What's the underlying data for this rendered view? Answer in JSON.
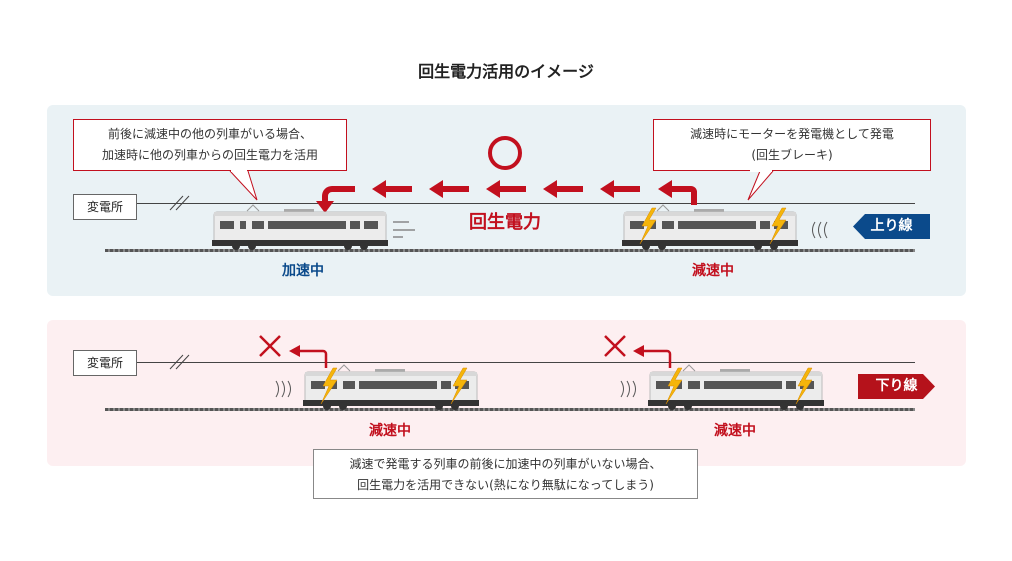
{
  "title": "回生電力活用のイメージ",
  "upper": {
    "callout_left": [
      "前後に減速中の他の列車がいる場合、",
      "加速時に他の列車からの回生電力を活用"
    ],
    "callout_right": [
      "減速時にモーターを発電機として発電",
      "(回生ブレーキ)"
    ],
    "substation": "変電所",
    "power_label": "回生電力",
    "direction": "上り線",
    "state_left": "加速中",
    "state_right": "減速中",
    "result": "○"
  },
  "lower": {
    "substation": "変電所",
    "direction": "下り線",
    "state_left": "減速中",
    "state_right": "減速中",
    "note": [
      "減速で発電する列車の前後に加速中の列車がいない場合、",
      "回生電力を活用できない(熱になり無駄になってしまう)"
    ]
  },
  "colors": {
    "red": "#c2101e",
    "blue": "#0b4a8b",
    "upper_bg": "#eaf2f5",
    "lower_bg": "#fdeff1"
  }
}
